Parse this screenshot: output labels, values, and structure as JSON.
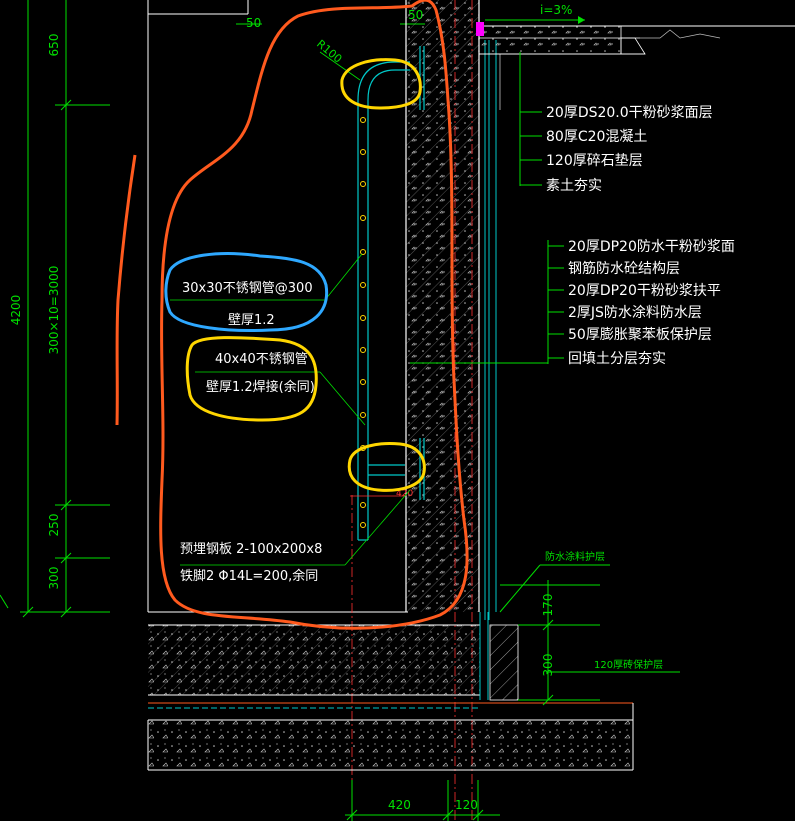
{
  "colors": {
    "background": "#000000",
    "dim_green": "#00e000",
    "wall_gray": "#d8d8d8",
    "cyan": "#00c8c8",
    "red": "#ff3030",
    "orange_cloud": "#ff5a1e",
    "yellow_cloud": "#ffd600",
    "blue_cloud": "#2ea8ff",
    "magenta": "#ff00ff",
    "white": "#ffffff"
  },
  "dimensions": {
    "left_650": "650",
    "left_total": "4200",
    "left_mid": "300×10=3000",
    "left_250": "250",
    "left_300": "300",
    "top_50a": "50",
    "top_50b": "50",
    "slope": "i=3%",
    "radius": "R100",
    "small_420": "420",
    "right_170": "170",
    "right_300": "300",
    "bottom_420": "420",
    "bottom_120": "120"
  },
  "surface_layers": [
    "20厚DS20.0干粉砂浆面层",
    "80厚C20混凝土",
    "120厚碎石垫层",
    "素土夯实"
  ],
  "wall_layers": [
    "20厚DP20防水干粉砂浆面",
    "钢筋防水砼结构层",
    "20厚DP20干粉砂浆扶平",
    "2厚JS防水涂料防水层",
    "50厚膨胀聚苯板保护层",
    "回填土分层夯实"
  ],
  "annotations": {
    "pipe30_line1": "30x30不锈钢管@300",
    "pipe30_line2": "壁厚1.2",
    "pipe40_line1": "40x40不锈钢管",
    "pipe40_line2": "壁厚1.2焊接(余同)",
    "plate_line1": "预埋钢板    2-100x200x8",
    "plate_line2": "铁脚2 Φ14L=200,余同",
    "waterproof_protect": "防水涂料护层",
    "brick_protect": "120厚砖保护层"
  }
}
